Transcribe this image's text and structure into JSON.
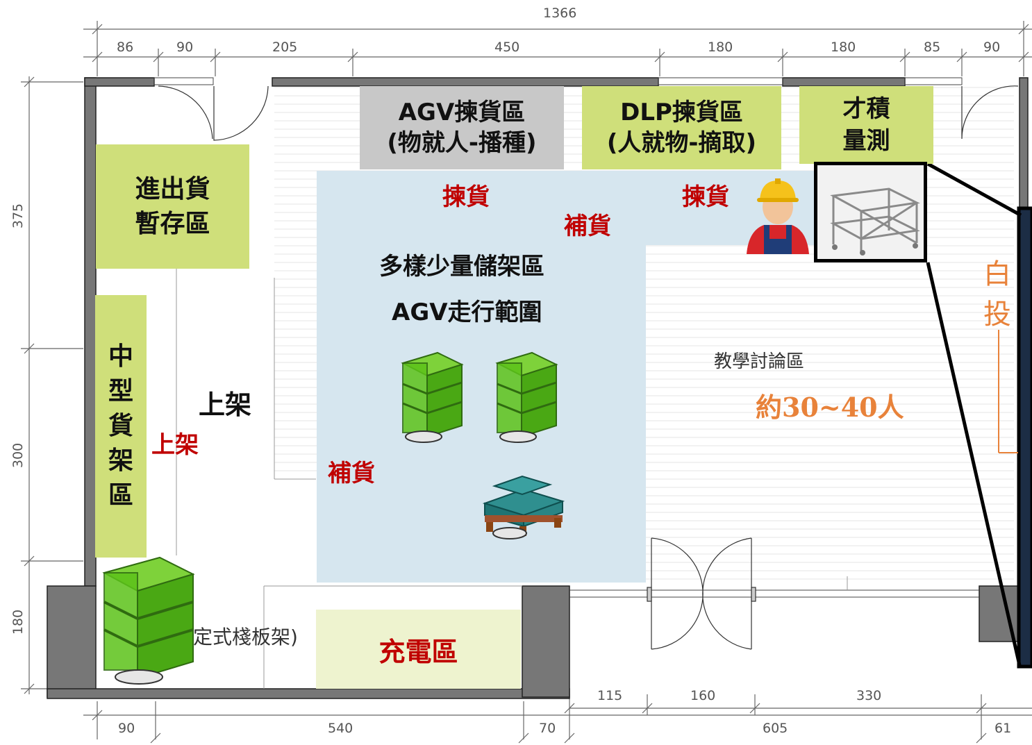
{
  "dimensions": {
    "total": "1366",
    "top": [
      "86",
      "90",
      "205",
      "450",
      "180",
      "180",
      "85",
      "90"
    ],
    "left": [
      "375",
      "300",
      "180"
    ],
    "bottom_inner": [
      "115",
      "160",
      "330"
    ],
    "bottom": [
      "90",
      "540",
      "70",
      "605",
      "61"
    ]
  },
  "zones": {
    "agv_picking": {
      "line1": "AGV揀貨區",
      "line2": "(物就人-播種)"
    },
    "dlp_picking": {
      "line1": "DLP揀貨區",
      "line2": "(人就物-摘取)"
    },
    "volume_measure": {
      "line1": "才積",
      "line2": "量測"
    },
    "staging": {
      "line1": "進出貨",
      "line2": "暫存區"
    },
    "medium_rack": {
      "chars": [
        "中",
        "型",
        "貨",
        "架",
        "區"
      ]
    },
    "storage": {
      "line1": "多樣少量儲架區",
      "line2": "AGV走行範圍"
    },
    "charging": {
      "label": "充電區"
    },
    "discussion": {
      "label": "教學討論區",
      "capacity": "約30~40人"
    },
    "fixed_shelf": {
      "label": "固定式棧板架)"
    }
  },
  "actions": {
    "pick_1": "揀貨",
    "pick_2": "揀貨",
    "replenish_top": "補貨",
    "replenish_left": "補貨",
    "shelve_black": "上架",
    "shelve_red": "上架"
  },
  "cutoff_right": {
    "char1": "白",
    "char2": "投"
  },
  "colors": {
    "zone_green": "#cfdf7a",
    "zone_gray": "#c8c8c8",
    "agv_area": "#d6e6ef",
    "charging": "#eef3cf",
    "action_red": "#c00000",
    "capacity_orange": "#e8823a",
    "rack_green": "#5cc21a"
  },
  "icons": [
    "worker-icon",
    "agv-rack-icon",
    "pallet-bins-icon",
    "steel-cart-icon"
  ]
}
